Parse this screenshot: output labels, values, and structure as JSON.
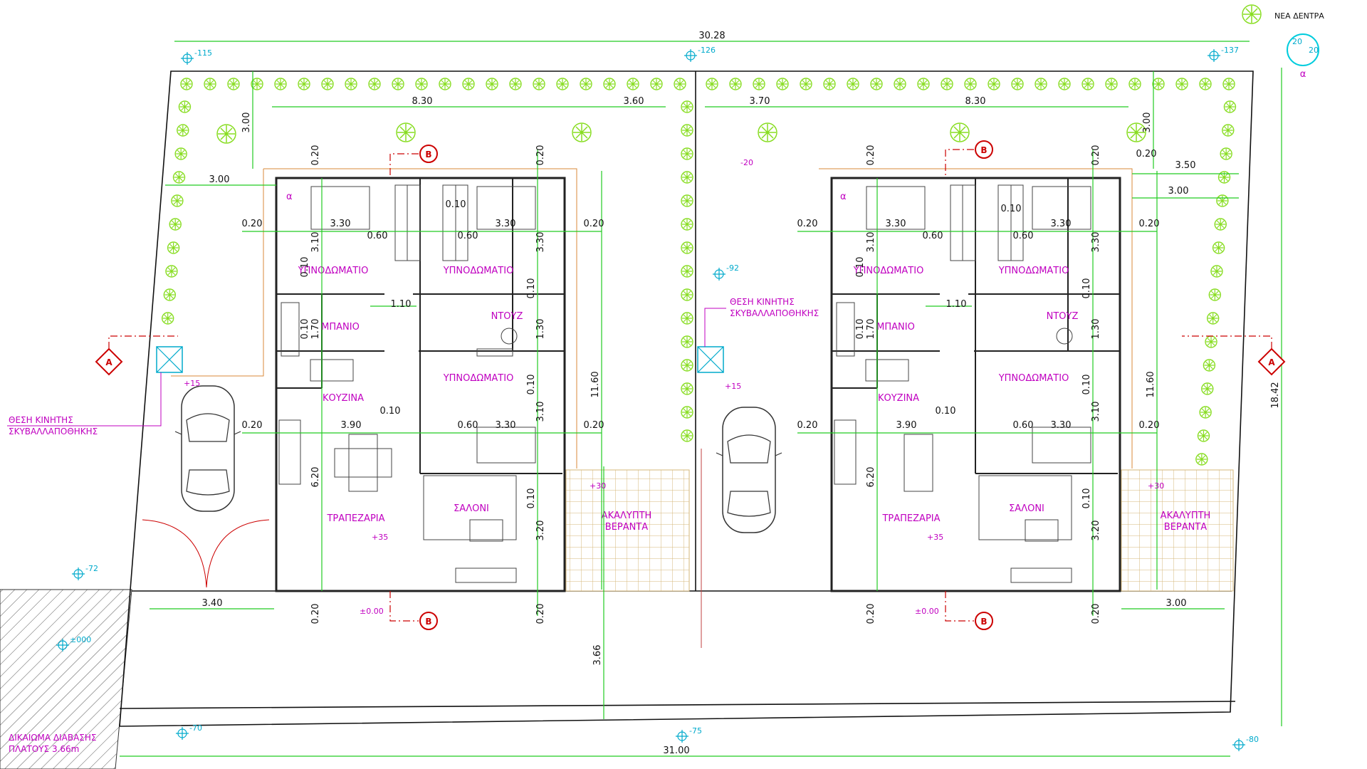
{
  "legend": {
    "new_trees": "ΝΕΑ ΔΕΝΤΡΑ",
    "north_label": "α",
    "north_values": [
      "20",
      "20"
    ]
  },
  "dimensions": {
    "overall_top": "30.28",
    "overall_bottom": "31.00",
    "overall_right": "18.42",
    "driveway": "3.40",
    "access": "3.66",
    "left_house": {
      "top_a": "8.30",
      "top_b": "3.60",
      "setback_left": "3.00",
      "setback_top": "3.00",
      "room_w": "3.30",
      "room_w2": "3.30",
      "room_w3": "3.30",
      "wall": "0.20",
      "wall_r": "0.20",
      "wall_r2": "0.20",
      "wall_l2": "0.20",
      "partition": "0.10",
      "partition2": "0.10",
      "closet": "0.60",
      "closet2": "0.60",
      "closet3": "0.60",
      "corridor": "1.10",
      "kitchen": "3.90",
      "depth_total": "11.60",
      "v_room": "3.30",
      "v_bath": "1.70",
      "v_shower": "1.30",
      "v_room2": "3.10",
      "v_room3": "3.10",
      "v_living": "6.20",
      "v_salon": "3.20",
      "v_t1": "0.20",
      "v_t2": "0.20",
      "v_b1": "0.20",
      "v_b2": "0.20",
      "v_p1": "0.10",
      "v_p2": "0.10",
      "v_p3": "0.10",
      "v_p4": "0.10",
      "v_p5": "0.10"
    },
    "right_house": {
      "top_a": "3.70",
      "top_b": "8.30",
      "setback_right": "3.50",
      "setback_r2": "3.00",
      "veranda_w": "3.00",
      "setback_top": "3.00",
      "room_w": "3.30",
      "room_w2": "3.30",
      "room_w3": "3.30",
      "wall": "0.20",
      "wall_r": "0.20",
      "wall_r2": "0.20",
      "wall_l2": "0.20",
      "wall_top": "0.20",
      "partition": "0.10",
      "partition2": "0.10",
      "closet": "0.60",
      "closet2": "0.60",
      "closet3": "0.60",
      "corridor": "1.10",
      "kitchen": "3.90",
      "depth_total": "11.60",
      "v_room": "3.30",
      "v_bath": "1.70",
      "v_shower": "1.30",
      "v_room2": "3.10",
      "v_room3": "3.10",
      "v_living": "6.20",
      "v_salon": "3.20",
      "v_t1": "0.20",
      "v_t2": "0.20",
      "v_b1": "0.20",
      "v_b2": "0.20",
      "v_p1": "0.10",
      "v_p2": "0.10",
      "v_p3": "0.10",
      "v_p4": "0.10",
      "v_p5": "0.10"
    }
  },
  "rooms": {
    "bedroom": "ΥΠΝΟΔΩΜΑΤΙΟ",
    "bath": "ΜΠΑΝΙΟ",
    "shower": "ΝΤΟΥΖ",
    "kitchen": "ΚΟΥΖΙΝΑ",
    "dining": "ΤΡΑΠΕΖΑΡΙΑ",
    "living": "ΣΑΛΟΝΙ",
    "veranda_1": "ΑΚΑΛΥΠΤΗ",
    "veranda_2": "ΒΕΡΑΝΤΑ"
  },
  "levels": {
    "l115": "-115",
    "l126": "-126",
    "l137": "-137",
    "l20": "-20",
    "l92": "-92",
    "l72": "-72",
    "l000": "±000",
    "l70": "-70",
    "l75": "-75",
    "l80": "-80",
    "p15": "+15",
    "p15b": "+15",
    "p30": "+30",
    "p30b": "+30",
    "p35": "+35",
    "p35b": "+35",
    "p000": "±0.00",
    "p000b": "±0.00"
  },
  "notes": {
    "bin_1": "ΘΕΣΗ ΚΙΝΗΤΗΣ",
    "bin_2": "ΣΚΥΒΑΛΛΑΠΟΘΗΚΗΣ",
    "right_of_way_1": "ΔΙΚΑΙΩΜΑ ΔΙΑΒΑΣΗΣ",
    "right_of_way_2": "ΠΛΑΤΟΥΣ 3.66m"
  },
  "sections": {
    "a": "A",
    "b": "B"
  },
  "colors": {
    "dimension": "#22cc22",
    "room_label": "#c000c0",
    "level": "#00aacc",
    "section": "#cc0000",
    "tree": "#88dd22",
    "veranda": "#d4b77a"
  }
}
